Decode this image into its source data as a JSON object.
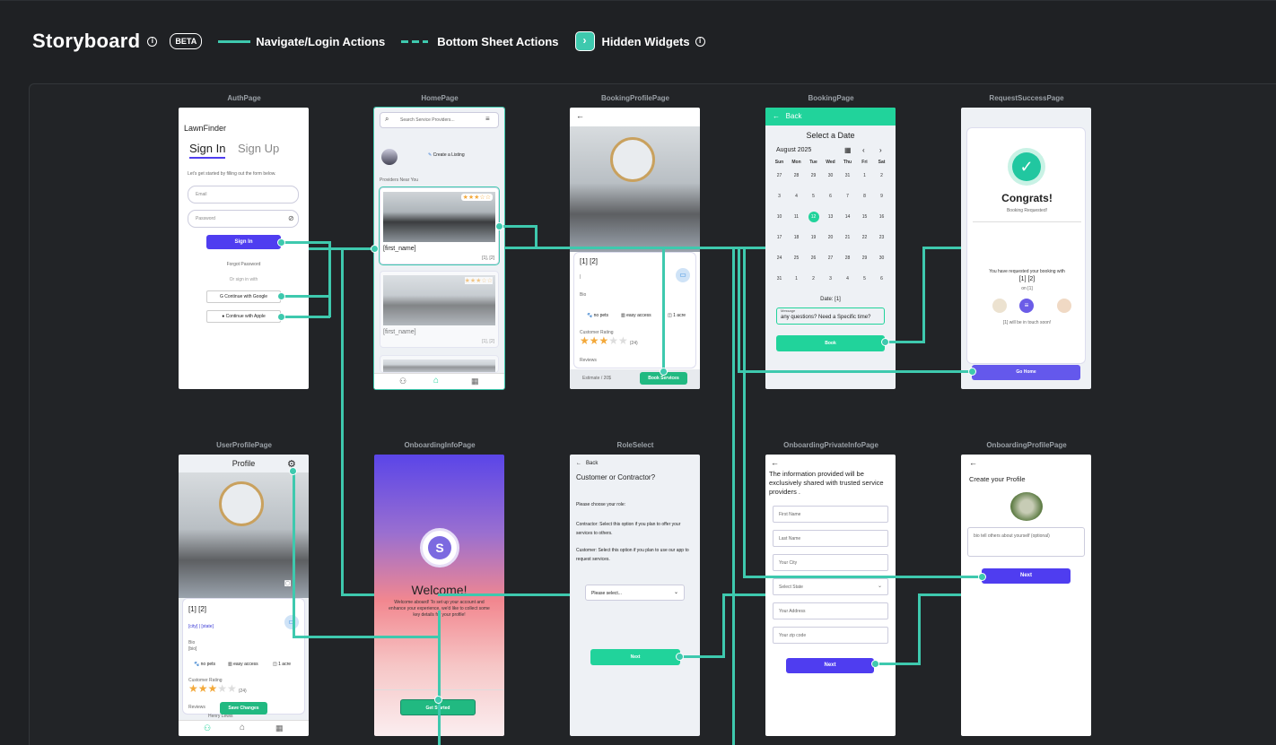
{
  "header": {
    "title": "Storyboard",
    "beta": "BETA",
    "legend_solid": "Navigate/Login Actions",
    "legend_dashed": "Bottom Sheet Actions",
    "legend_hidden": "Hidden Widgets",
    "hidden_icon": "›"
  },
  "pages": {
    "auth": {
      "label": "AuthPage",
      "app": "LawnFinder",
      "tab_signin": "Sign In",
      "tab_signup": "Sign Up",
      "intro": "Let's get started by filling out the form below.",
      "email": "Email",
      "password": "Password",
      "signin_btn": "Sign In",
      "forgot": "Forgot Password",
      "or": "Or sign in with",
      "google": "Continue with Google",
      "apple": "Continue with Apple"
    },
    "home": {
      "label": "HomePage",
      "search": "Search Service Providers...",
      "create": "Create a Listing",
      "near": "Providers Near You",
      "name1": "[first_name]",
      "ref1": "[1], [2]",
      "name2": "[first_name]",
      "ref2": "[1], [2]"
    },
    "bookingProfile": {
      "label": "BookingProfilePage",
      "name": "[1] [2]",
      "dash": "|",
      "bio": "Bio",
      "pets": "no pets",
      "access": "easy access",
      "acre": "1 acre",
      "rating_label": "Customer Rating",
      "count": "(24)",
      "reviews": "Reviews",
      "estimate": "Estimate / 20$",
      "book_btn": "Book Services"
    },
    "booking": {
      "label": "BookingPage",
      "back": "Back",
      "heading": "Select a Date",
      "month": "August 2025",
      "days": [
        "Sun",
        "Mon",
        "Tue",
        "Wed",
        "Thu",
        "Fri",
        "Sat"
      ],
      "weeks": [
        [
          "27",
          "28",
          "29",
          "30",
          "31",
          "1",
          "2"
        ],
        [
          "3",
          "4",
          "5",
          "6",
          "7",
          "8",
          "9"
        ],
        [
          "10",
          "11",
          "12",
          "13",
          "14",
          "15",
          "16"
        ],
        [
          "17",
          "18",
          "19",
          "20",
          "21",
          "22",
          "23"
        ],
        [
          "24",
          "25",
          "26",
          "27",
          "28",
          "29",
          "30"
        ],
        [
          "31",
          "1",
          "2",
          "3",
          "4",
          "5",
          "6"
        ]
      ],
      "selected": "12",
      "date": "Date: [1]",
      "message_label": "Message",
      "message": "any questions? Need a Specific time?",
      "book_btn": "Book"
    },
    "success": {
      "label": "RequestSuccessPage",
      "congrats": "Congrats!",
      "sub": "Booking Requested!",
      "requested": "You have requested your booking with",
      "name": "[1] [2]",
      "on": "on [1]",
      "touch": "[1] will be in touch soon!",
      "home_btn": "Go Home"
    },
    "userProfile": {
      "label": "UserProfilePage",
      "title": "Profile",
      "name": "[1] [2]",
      "city": "[city] | [state]",
      "bio": "Bio",
      "bio_val": "[bio]",
      "pets": "no pets",
      "access": "easy access",
      "acre": "1 acre",
      "rating_label": "Customer Rating",
      "count": "(24)",
      "reviews": "Reviews",
      "save_btn": "Save Changes",
      "reviewer": "Henry Lewis"
    },
    "onboardingInfo": {
      "label": "OnboardingInfoPage",
      "welcome": "Welcome!",
      "text": "Welcome aboard! To set up your account and enhance your experience, we'd like to collect some key details for your profile!",
      "btn": "Get Started"
    },
    "roleSelect": {
      "label": "RoleSelect",
      "back": "Back",
      "q": "Customer or Contractor?",
      "p1": "Please choose your role:",
      "p2": "Contractor: Select this option if you plan to offer your services to others.",
      "p3": "Customer: Select this option if you plan to use our app to request services.",
      "select": "Please select...",
      "next": "Next"
    },
    "onboardingPrivate": {
      "label": "OnboardingPrivateInfoPage",
      "text": "The information provided will be exclusively shared with trusted service providers .",
      "fields": [
        "First Name",
        "Last Name",
        "Your City",
        "Select State",
        "Your Address",
        "Your zip code"
      ],
      "next": "Next"
    },
    "onboardingProfile": {
      "label": "OnboardingProfilePage",
      "title": "Create your Profile",
      "bio": "bio tell others about yourself (optional)",
      "next": "Next"
    }
  },
  "colors": {
    "accent": "#3ec9ae",
    "green_btn": "#21d39b",
    "purple_btn": "#4f3df0",
    "bg": "#1f2124"
  }
}
